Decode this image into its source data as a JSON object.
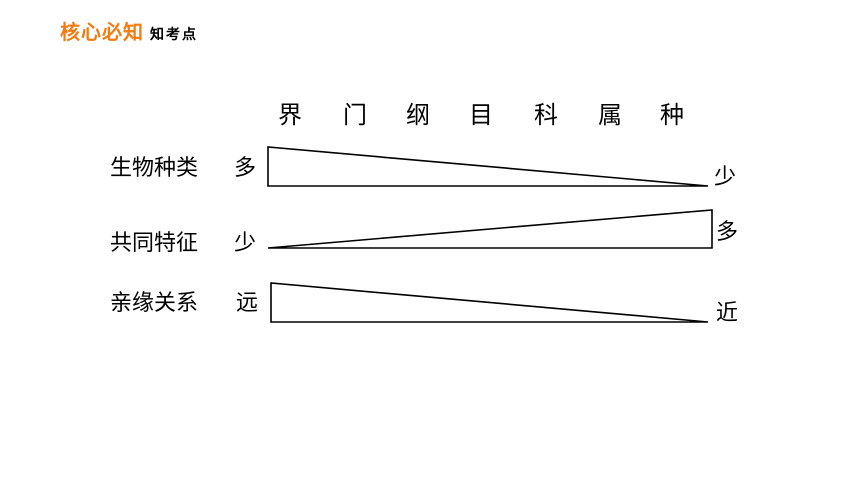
{
  "header": {
    "title": "核心必知",
    "subtitle": "知考点",
    "accent_color": "#f07c12"
  },
  "ranks": [
    "界",
    "门",
    "纲",
    "目",
    "科",
    "属",
    "种"
  ],
  "rows": [
    {
      "label": "生物种类",
      "left_value": "多",
      "right_value": "少"
    },
    {
      "label": "共同特征",
      "left_value": "少",
      "right_value": "多"
    },
    {
      "label": "亲缘关系",
      "left_value": "远",
      "right_value": "近"
    }
  ]
}
